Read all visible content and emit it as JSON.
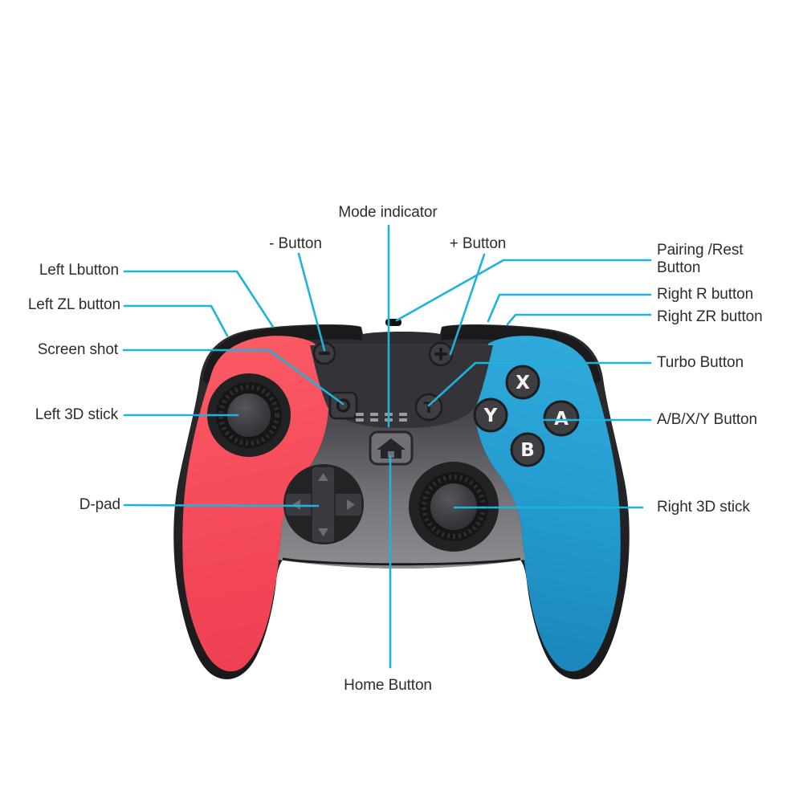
{
  "title": "Wireless game controller parts diagram",
  "colors": {
    "background": "#ffffff",
    "callout": "#1cb4da",
    "label_text": "#2d2d2d",
    "body_red": "#f7505f",
    "body_red_deep": "#e93a4e",
    "body_blue": "#28a3d6",
    "body_blue_deep": "#1781b4",
    "body_dark": "#28282b",
    "panel_dark": "#333338",
    "face_gray": "#8e8e92",
    "button_dark": "#3d3d42",
    "button_letter": "#f4f4f4"
  },
  "labels": {
    "mode_indicator": "Mode indicator",
    "minus_button": "- Button",
    "plus_button": "+ Button",
    "pairing_line1": "Pairing /Rest",
    "pairing_line2": "Button",
    "right_r": "Right R button",
    "right_zr": "Right ZR button",
    "turbo": "Turbo Button",
    "abxy": "A/B/X/Y Button",
    "right_stick": "Right 3D stick",
    "left_l": "Left Lbutton",
    "left_zl": "Left ZL button",
    "screenshot": "Screen shot",
    "left_stick": "Left 3D stick",
    "dpad": "D-pad",
    "home": "Home Button"
  },
  "controller": {
    "face_buttons": [
      {
        "label": "X"
      },
      {
        "label": "Y"
      },
      {
        "label": "A"
      },
      {
        "label": "B"
      }
    ],
    "turbo_glyph": "T",
    "led_count": 4
  }
}
